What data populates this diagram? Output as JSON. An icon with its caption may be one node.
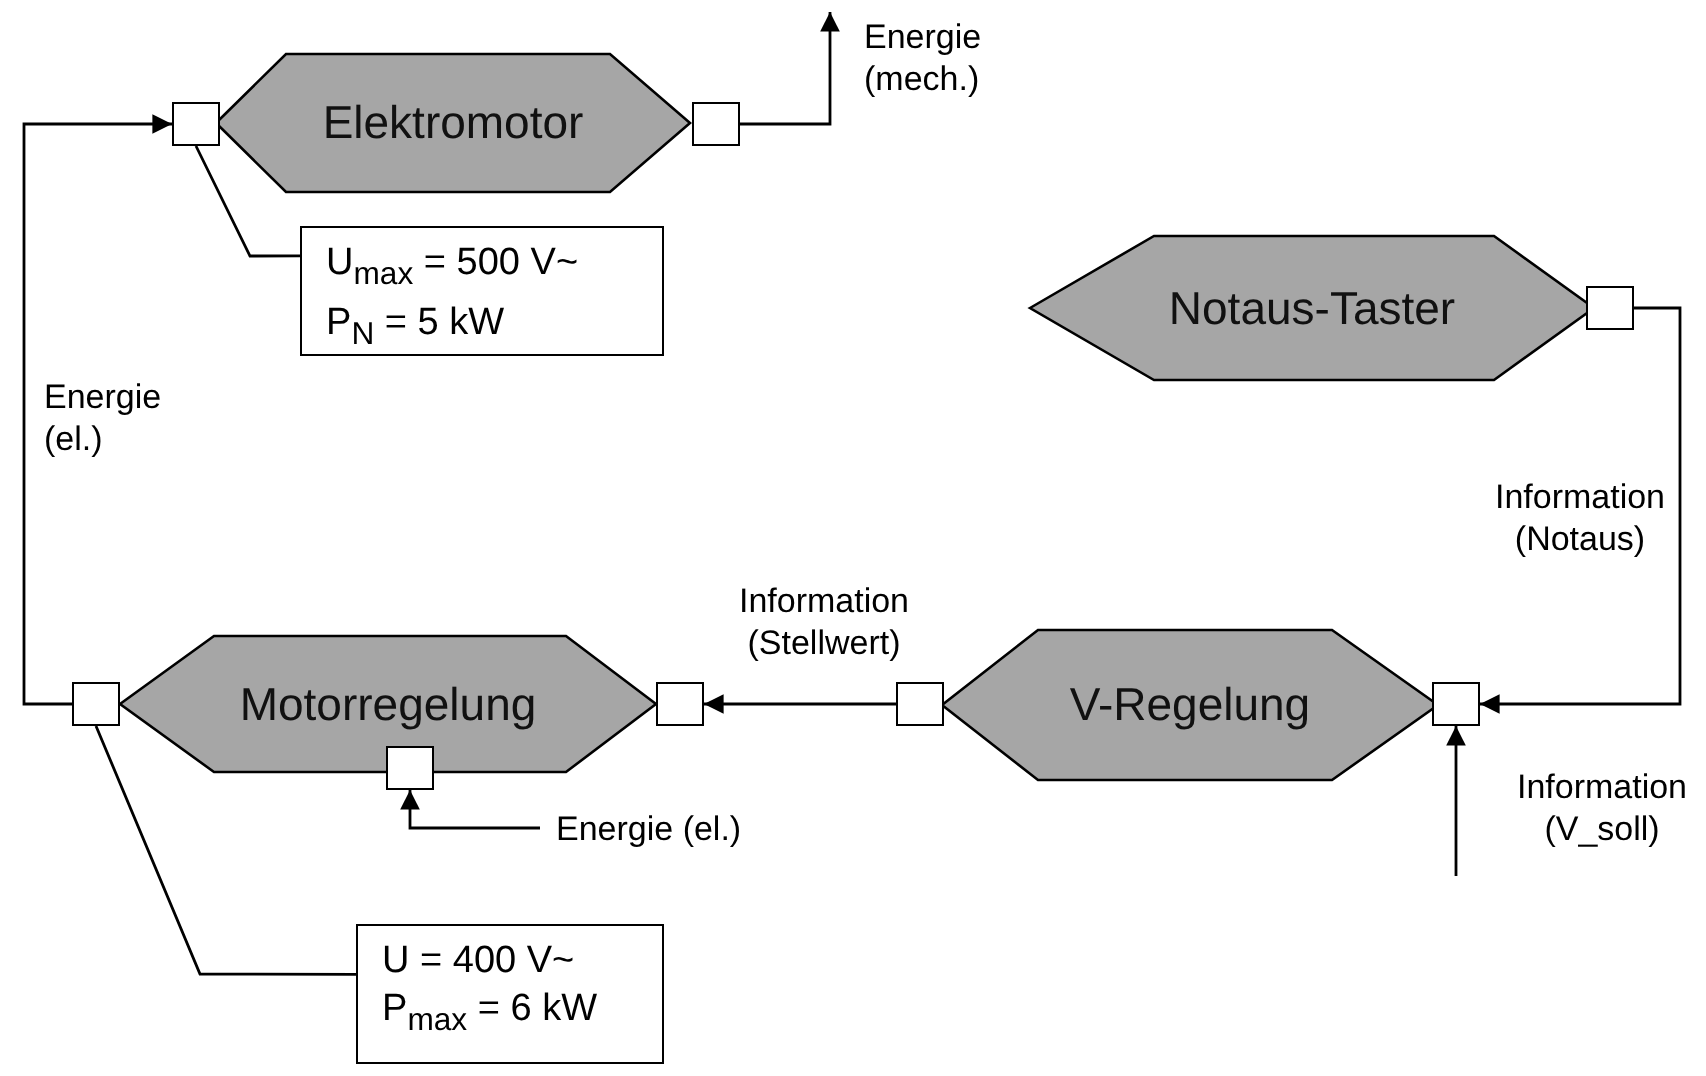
{
  "diagram": {
    "nodes": [
      {
        "text": [
          "Elektromotor"
        ]
      },
      {
        "text": [],
        "shape": "box"
      },
      {
        "text": [],
        "shape": "box"
      },
      {
        "text": [
          "U$_{max}$ = 500 V~",
          "P$_{N}$ = 5 kW"
        ]
      },
      {
        "text": [
          "Notaus-Taster"
        ]
      },
      {
        "text": [],
        "shape": "box"
      },
      {
        "text": [
          "Motorregelung"
        ]
      },
      {
        "text": [],
        "shape": "box"
      },
      {
        "text": [],
        "shape": "box"
      },
      {
        "text": [],
        "shape": "box"
      },
      {
        "text": [
          "V-Regelung"
        ]
      },
      {
        "text": [],
        "shape": "box"
      },
      {
        "text": [],
        "shape": "box"
      },
      {
        "text": [
          "U = 400 V~",
          "P$_{max}$ = 6 kW"
        ]
      }
    ],
    "edges": [
      {
        "from": 7,
        "to": 1,
        "arrow": "to",
        "label": "Energie (el.)"
      },
      {
        "from": 2,
        "to": null,
        "arrow": "to",
        "label": "Energie (mech.)"
      },
      {
        "from": 3,
        "to": 1,
        "arrow": "none"
      },
      {
        "from": 5,
        "to": 12,
        "arrow": "to",
        "label": "Information (Notaus)"
      },
      {
        "from": 11,
        "to": 8,
        "arrow": "to",
        "label": "Information (Stellwert)"
      },
      {
        "from": null,
        "to": 12,
        "arrow": "to",
        "label": "Information (V_soll)"
      },
      {
        "from": null,
        "to": 9,
        "arrow": "to",
        "label": "Energie (el.)"
      },
      {
        "from": 13,
        "to": 7,
        "arrow": "none"
      }
    ]
  }
}
